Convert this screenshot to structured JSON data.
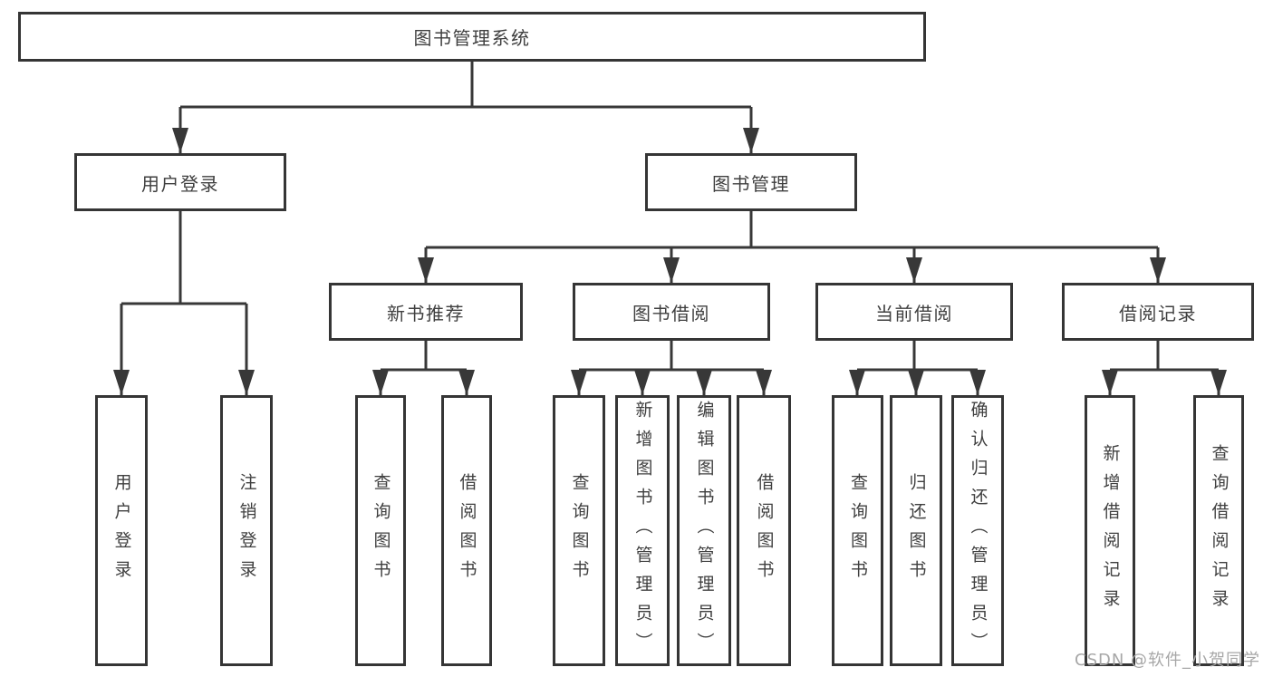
{
  "colors": {
    "line_color": "#383838",
    "box_border": "#353535",
    "text_color": "#3f3f3f",
    "watermark_color": "#a7a7a7",
    "bg": "#ffffff"
  },
  "diagram": {
    "root": {
      "label": "图书管理系统"
    },
    "level2": [
      {
        "label": "用户登录"
      },
      {
        "label": "图书管理"
      }
    ],
    "level3": [
      {
        "label": "新书推荐"
      },
      {
        "label": "图书借阅"
      },
      {
        "label": "当前借阅"
      },
      {
        "label": "借阅记录"
      }
    ],
    "leaves": {
      "user_login": [
        {
          "label": "用户登录"
        },
        {
          "label": "注销登录"
        }
      ],
      "new_book_recommend": [
        {
          "label": "查询图书"
        },
        {
          "label": "借阅图书"
        }
      ],
      "book_borrow": [
        {
          "label": "查询图书"
        },
        {
          "label": "新增图书（管理员）"
        },
        {
          "label": "编辑图书（管理员）"
        },
        {
          "label": "借阅图书"
        }
      ],
      "current_borrow": [
        {
          "label": "查询图书"
        },
        {
          "label": "归还图书"
        },
        {
          "label": "确认归还（管理员）"
        }
      ],
      "borrow_records": [
        {
          "label": "新增借阅记录"
        },
        {
          "label": "查询借阅记录"
        }
      ]
    },
    "watermark": "CSDN @软件_小贺同学"
  }
}
